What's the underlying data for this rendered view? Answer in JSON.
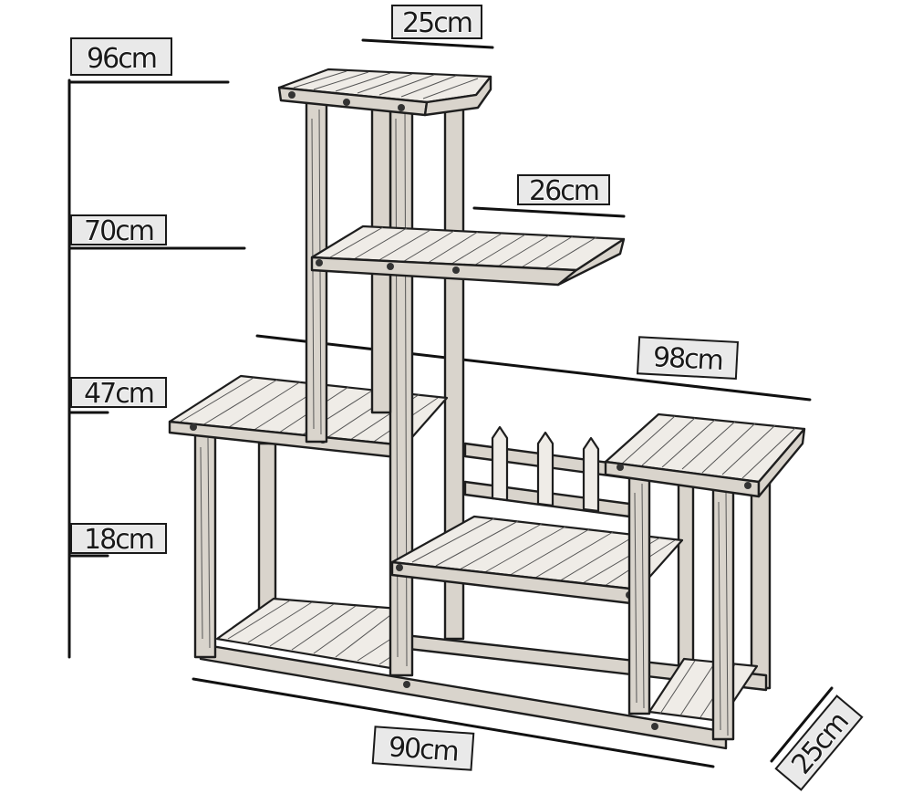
{
  "dimensions": {
    "top_width": "25cm",
    "total_height": "96cm",
    "second_shelf_width": "26cm",
    "second_shelf_height": "70cm",
    "right_width": "98cm",
    "third_shelf_height": "47cm",
    "fourth_shelf_height": "18cm",
    "bottom_width": "90cm",
    "depth": "25cm"
  }
}
